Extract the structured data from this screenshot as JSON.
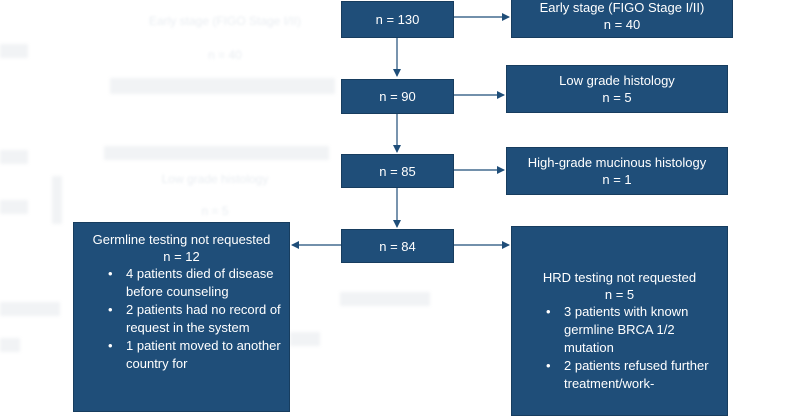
{
  "ghost": {
    "top_left": "Early stage (FIGO Stage I/II)",
    "top_left_n": "n = 40",
    "mid_left_1": "Low grade histology",
    "mid_left_2": "n = 5"
  },
  "main": {
    "n130": "n = 130",
    "n90": "n = 90",
    "n85": "n = 85",
    "n84": "n = 84"
  },
  "side": {
    "early_title": "Early stage (FIGO Stage I/II)",
    "early_n": "n = 40",
    "lowgrade_title": "Low grade histology",
    "lowgrade_n": "n = 5",
    "mucinous_title": "High-grade mucinous histology",
    "mucinous_n": "n = 1"
  },
  "germline": {
    "title": "Germline testing not requested",
    "n": "n = 12",
    "items": [
      "4 patients died of disease before counseling",
      "2 patients had no record of request in the system",
      "1 patient moved to another country for"
    ]
  },
  "hrd": {
    "title": "HRD testing not requested",
    "n": "n = 5",
    "items": [
      "3 patients with known germline BRCA 1/2 mutation",
      "2 patients refused further treatment/work-"
    ]
  }
}
